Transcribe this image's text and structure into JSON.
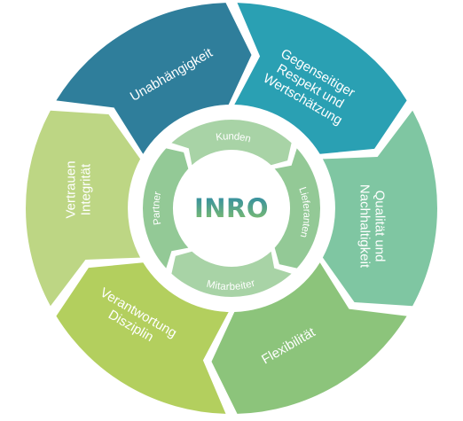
{
  "diagram": {
    "logo_text": "INRO",
    "outer_segments": [
      {
        "id": "unabhaengigkeit",
        "lines": [
          "Unabhängigkeit"
        ],
        "color": "#2f7e9b"
      },
      {
        "id": "respekt",
        "lines": [
          "Gegenseitiger",
          "Respekt und",
          "Wertschätzung"
        ],
        "color": "#2aa0b3"
      },
      {
        "id": "qualitaet",
        "lines": [
          "Qualität und",
          "Nachhaltigkeit"
        ],
        "color": "#7fc6a2"
      },
      {
        "id": "flexibilitaet",
        "lines": [
          "Flexibilität"
        ],
        "color": "#8cc47b"
      },
      {
        "id": "verantwortung",
        "lines": [
          "Verantwortung",
          "Disziplin"
        ],
        "color": "#b3cf5e"
      },
      {
        "id": "vertrauen",
        "lines": [
          "Vertrauen",
          "Integrität"
        ],
        "color": "#bdd684"
      }
    ],
    "inner_segments": [
      {
        "id": "kunden",
        "label": "Kunden"
      },
      {
        "id": "lieferanten",
        "label": "Lieferanten"
      },
      {
        "id": "mitarbeiter",
        "label": "Mitarbeiter"
      },
      {
        "id": "partner",
        "label": "Partner"
      }
    ],
    "colors": {
      "inner_ring": "#a8d3a6",
      "inner_ring_dark": "#93c996",
      "logo_blue": "#2a88a8",
      "logo_green": "#86c26a"
    }
  }
}
